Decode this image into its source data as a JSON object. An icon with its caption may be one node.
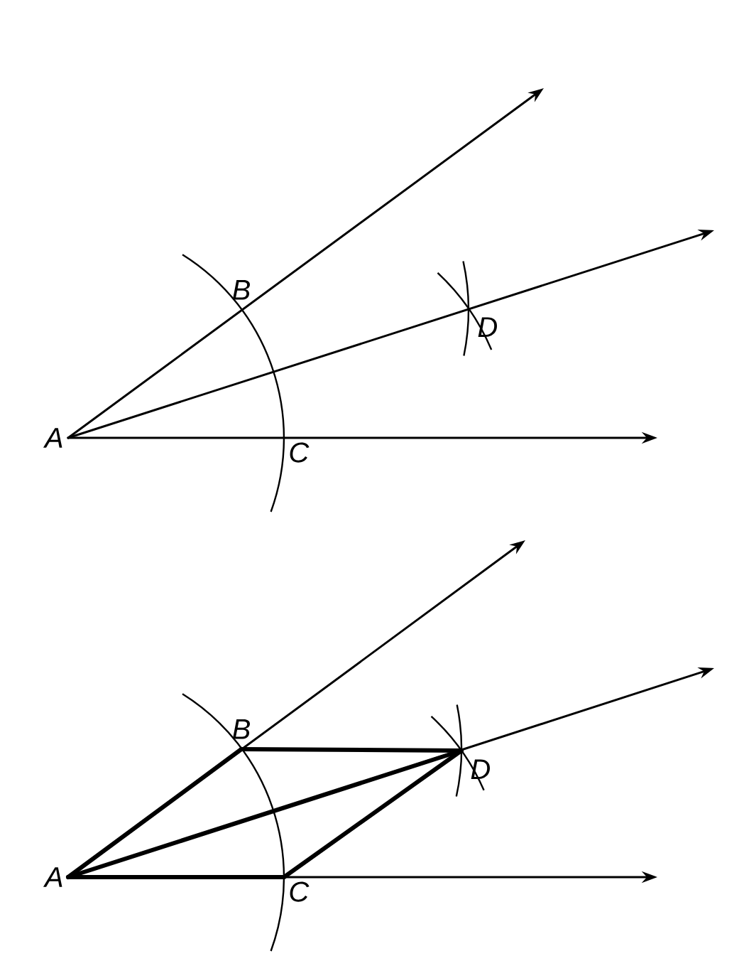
{
  "diagram": {
    "nodes": [
      {
        "text": [
          "A"
        ]
      },
      {
        "text": [
          "B"
        ]
      },
      {
        "text": [
          "C"
        ]
      },
      {
        "text": [
          "D"
        ]
      },
      {
        "text": [
          "A"
        ]
      },
      {
        "text": [
          "B"
        ]
      },
      {
        "text": [
          "C"
        ]
      },
      {
        "text": [
          "D"
        ]
      }
    ],
    "edges": [
      {
        "from": 0,
        "to": null,
        "arrow": "to"
      },
      {
        "from": 0,
        "to": null,
        "arrow": "to"
      },
      {
        "from": 0,
        "to": null,
        "arrow": "to"
      },
      {
        "from": 4,
        "to": null,
        "arrow": "to"
      },
      {
        "from": 4,
        "to": null,
        "arrow": "to"
      },
      {
        "from": 4,
        "to": null,
        "arrow": "to"
      },
      {
        "from": 4,
        "to": 5,
        "arrow": "none",
        "style": "thick"
      },
      {
        "from": 5,
        "to": 7,
        "arrow": "none",
        "style": "thick"
      },
      {
        "from": 4,
        "to": 7,
        "arrow": "none",
        "style": "thick"
      },
      {
        "from": 6,
        "to": 7,
        "arrow": "none",
        "style": "thick"
      },
      {
        "from": 4,
        "to": 6,
        "arrow": "none",
        "style": "thick"
      }
    ]
  }
}
